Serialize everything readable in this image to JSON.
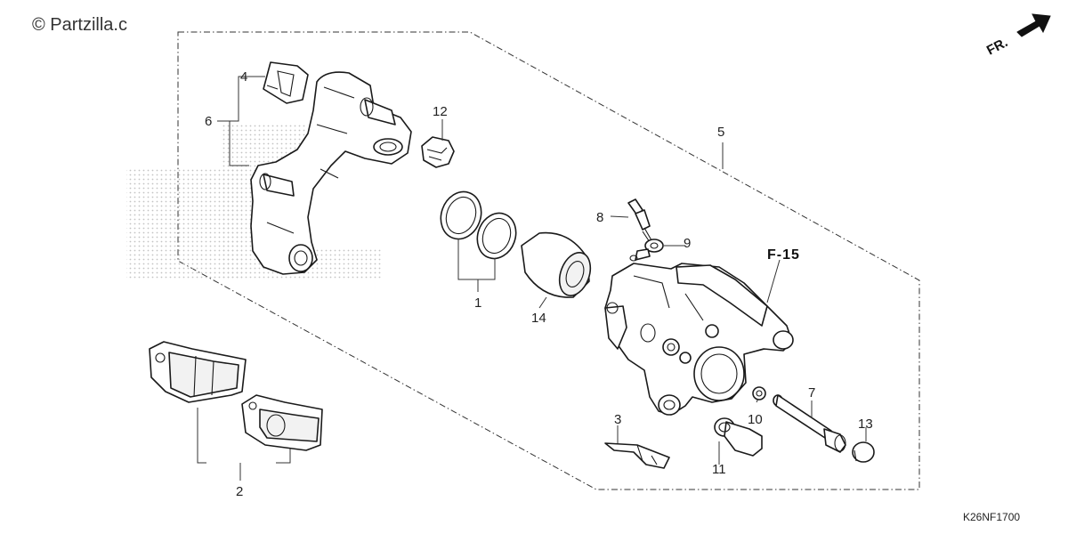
{
  "watermark": "© Partzilla.c",
  "direction_label": "FR.",
  "reference_label": "F-15",
  "diagram_code": "K26NF1700",
  "callouts": {
    "c1": "1",
    "c2": "2",
    "c3": "3",
    "c4": "4",
    "c5": "5",
    "c6": "6",
    "c7": "7",
    "c8": "8",
    "c9": "9",
    "c10": "10",
    "c11": "11",
    "c12": "12",
    "c13": "13",
    "c14": "14"
  },
  "icons": {
    "direction": "arrow-icon"
  }
}
